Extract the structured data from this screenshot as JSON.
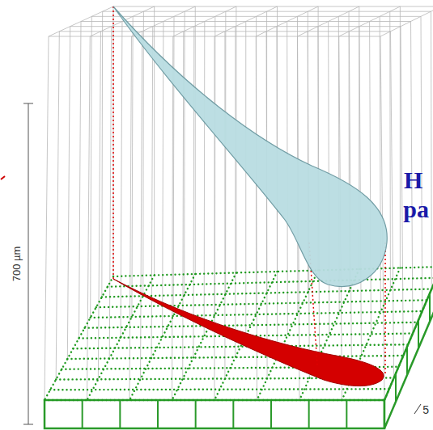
{
  "diagram": {
    "labels": [
      "700 µm",
      "H",
      "pa",
      "5"
    ]
  }
}
